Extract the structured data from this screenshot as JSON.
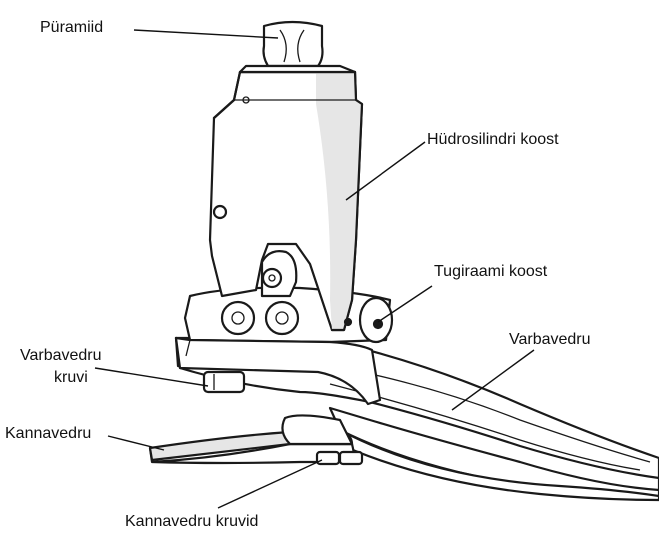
{
  "labels": {
    "pyramid": "Püramiid",
    "hydro_cylinder": "Hüdrosilindri koost",
    "support_frame": "Tugiraami koost",
    "toe_spring_screw_1": "Varbavedru",
    "toe_spring_screw_2": "kruvi",
    "toe_spring": "Varbavedru",
    "heel_spring": "Kannavedru",
    "heel_spring_screws": "Kannavedru kruvid"
  },
  "colors": {
    "outline": "#1a1a1a",
    "body_fill": "#ffffff",
    "shade": "#e6e6e6",
    "dark_part": "#2a2a2a"
  }
}
